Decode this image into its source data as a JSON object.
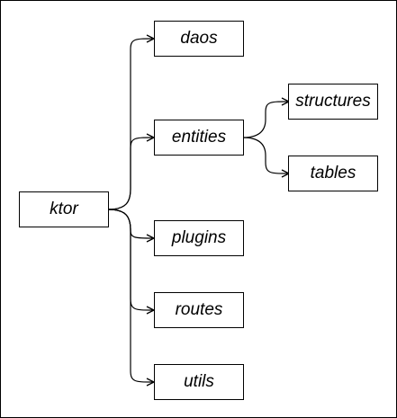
{
  "nodes": {
    "ktor": "ktor",
    "daos": "daos",
    "entities": "entities",
    "structures": "structures",
    "tables": "tables",
    "plugins": "plugins",
    "routes": "routes",
    "utils": "utils"
  },
  "edges": [
    {
      "from": "ktor",
      "to": "daos"
    },
    {
      "from": "ktor",
      "to": "entities"
    },
    {
      "from": "ktor",
      "to": "plugins"
    },
    {
      "from": "ktor",
      "to": "routes"
    },
    {
      "from": "ktor",
      "to": "utils"
    },
    {
      "from": "entities",
      "to": "structures"
    },
    {
      "from": "entities",
      "to": "tables"
    }
  ]
}
